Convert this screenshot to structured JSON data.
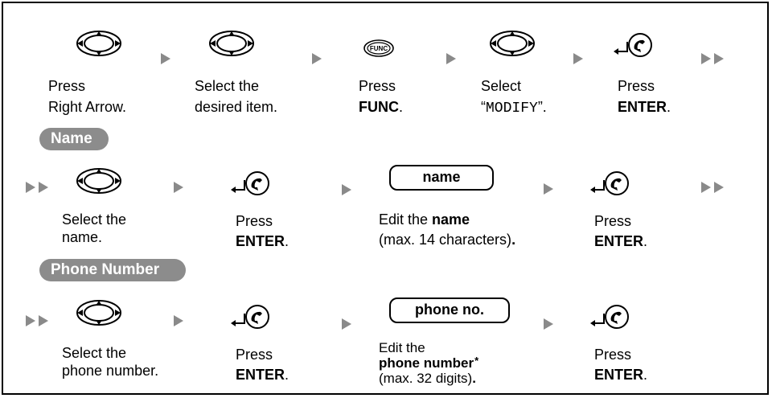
{
  "row1": {
    "s1": {
      "l1": "Press",
      "l2": "Right Arrow."
    },
    "s2": {
      "l1": "Select the",
      "l2": "desired item."
    },
    "s3": {
      "l1": "Press",
      "l2": "FUNC",
      "l2_tail": "."
    },
    "s4": {
      "l1": "Select",
      "q_open": "“",
      "mono": "MODIFY",
      "q_close": "”."
    },
    "s5": {
      "l1": "Press",
      "l2": "ENTER",
      "l2_tail": "."
    },
    "func_label": "FUNC"
  },
  "section_name": {
    "label": "Name",
    "s1": {
      "l1": "Select the",
      "l2": "name."
    },
    "s2": {
      "l1": "Press",
      "l2": "ENTER",
      "l2_tail": "."
    },
    "display": "name",
    "s3": {
      "l1_pre": "Edit the ",
      "l1_bold": "name",
      "l2": "(max. 14 characters)",
      "l2_tail": "."
    },
    "s4": {
      "l1": "Press",
      "l2": "ENTER",
      "l2_tail": "."
    }
  },
  "section_phone": {
    "label": "Phone Number",
    "s1": {
      "l1": "Select the",
      "l2": "phone number."
    },
    "s2": {
      "l1": "Press",
      "l2": "ENTER",
      "l2_tail": "."
    },
    "display": "phone no.",
    "s3": {
      "l1": "Edit the",
      "l2": "phone number",
      "l2_sup": "*",
      "l3": "(max. 32 digits)",
      "l3_tail": "."
    },
    "s4": {
      "l1": "Press",
      "l2": "ENTER",
      "l2_tail": "."
    }
  }
}
